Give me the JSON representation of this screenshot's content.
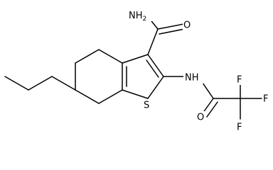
{
  "molecule": {
    "atoms": {
      "nh2": "NH2",
      "o_amide": "O",
      "nh": "NH",
      "s": "S",
      "o_acyl": "O",
      "f1": "F",
      "f2": "F",
      "f3": "F"
    },
    "colors": {
      "bond": "#000000",
      "label": "#000000",
      "background": "#ffffff"
    }
  }
}
